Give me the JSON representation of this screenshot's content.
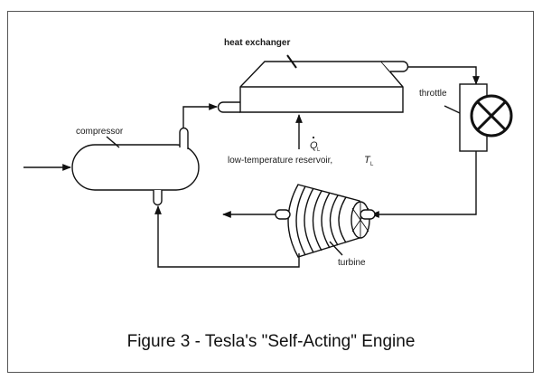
{
  "figure": {
    "caption": "Figure 3 - Tesla's \"Self-Acting\" Engine",
    "labels": {
      "heat_exchanger": "heat exchanger",
      "compressor": "compressor",
      "throttle": "throttle",
      "turbine": "turbine",
      "reservoir": "low-temperature reservoir,",
      "reservoir_symbol": "T",
      "reservoir_subscript": "L",
      "heat_flow_symbol": "Q",
      "heat_flow_subscript": "L"
    }
  },
  "colors": {
    "line": "#111111",
    "background": "#ffffff"
  }
}
